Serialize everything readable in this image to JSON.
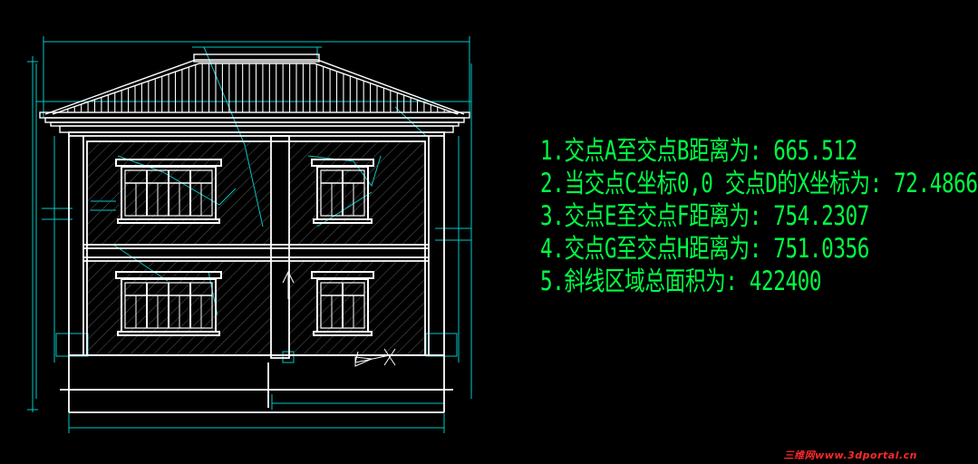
{
  "answers": [
    "1.交点A至交点B距离为: 665.512",
    "2.当交点C坐标0,0 交点D的X坐标为: 72.4866",
    "3.交点E至交点F距离为: 754.2307",
    "4.交点G至交点H距离为: 751.0356",
    "5.斜线区域总面积为: 422400"
  ],
  "watermark": "三维网www.3dportal.cn",
  "colors": {
    "background": "#000000",
    "linework": "#ffffff",
    "dimension": "#00d0d0",
    "answer_text": "#00ff44",
    "watermark": "#ff2a2a"
  },
  "icons": [
    "ucs-icon"
  ]
}
